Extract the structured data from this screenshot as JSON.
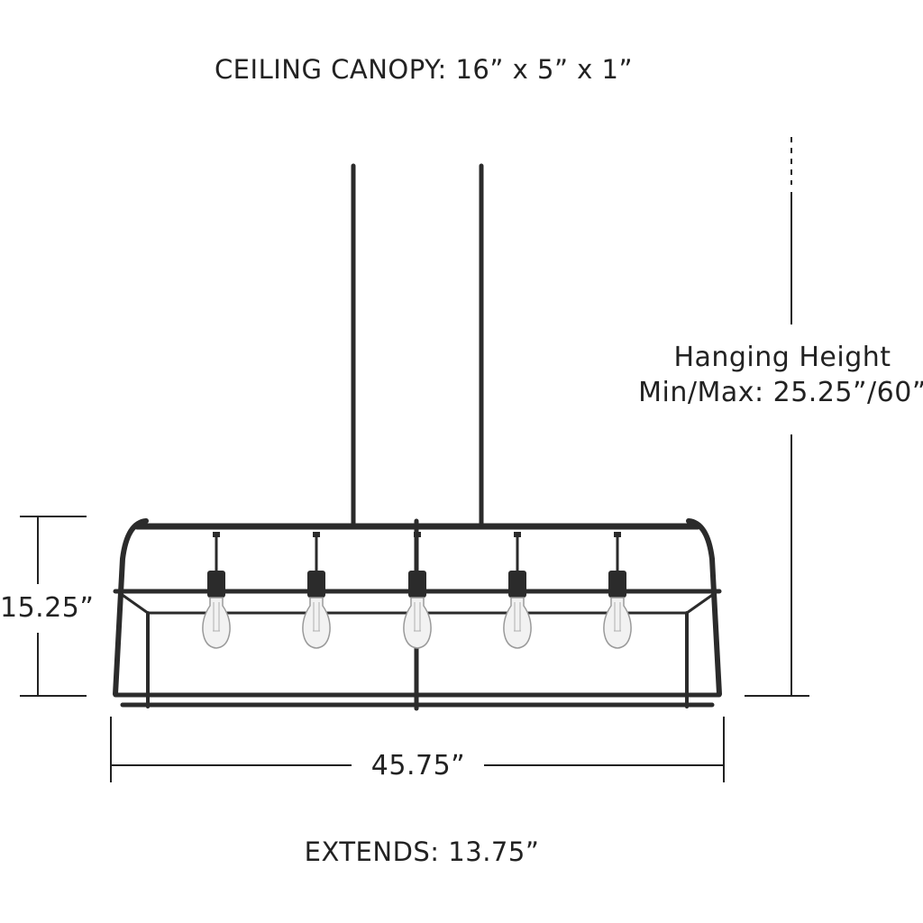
{
  "canopy_label": "CEILING CANOPY: 16” x 5” x 1”",
  "hanging_height": {
    "line1": "Hanging Height",
    "line2": "Min/Max: 25.25”/60”"
  },
  "height_label": "15.25”",
  "width_label": "45.75”",
  "extends_label": "EXTENDS: 13.75”",
  "colors": {
    "fixture": "#2b2b2b",
    "dimension_line": "#222222",
    "text": "#222222",
    "bulb_glass": "#f2f2f2"
  },
  "bulb_count": 5
}
